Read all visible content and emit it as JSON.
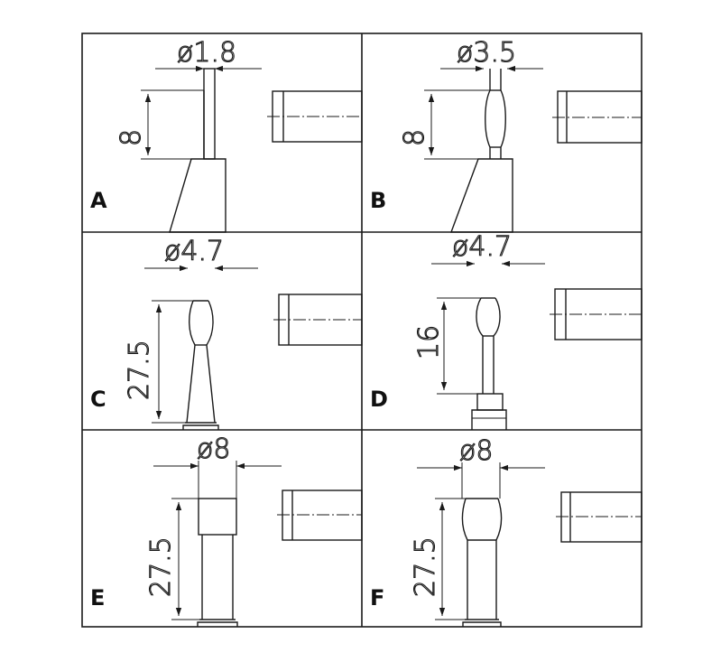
{
  "panels": [
    {
      "letter": "A",
      "diameter": "ø1.8",
      "length": "8"
    },
    {
      "letter": "B",
      "diameter": "ø3.5",
      "length": "8"
    },
    {
      "letter": "C",
      "diameter": "ø4.7",
      "length": "27.5"
    },
    {
      "letter": "D",
      "diameter": "ø4.7",
      "length": "16"
    },
    {
      "letter": "E",
      "diameter": "ø8",
      "length": "27.5"
    },
    {
      "letter": "F",
      "diameter": "ø8",
      "length": "27.5"
    }
  ]
}
